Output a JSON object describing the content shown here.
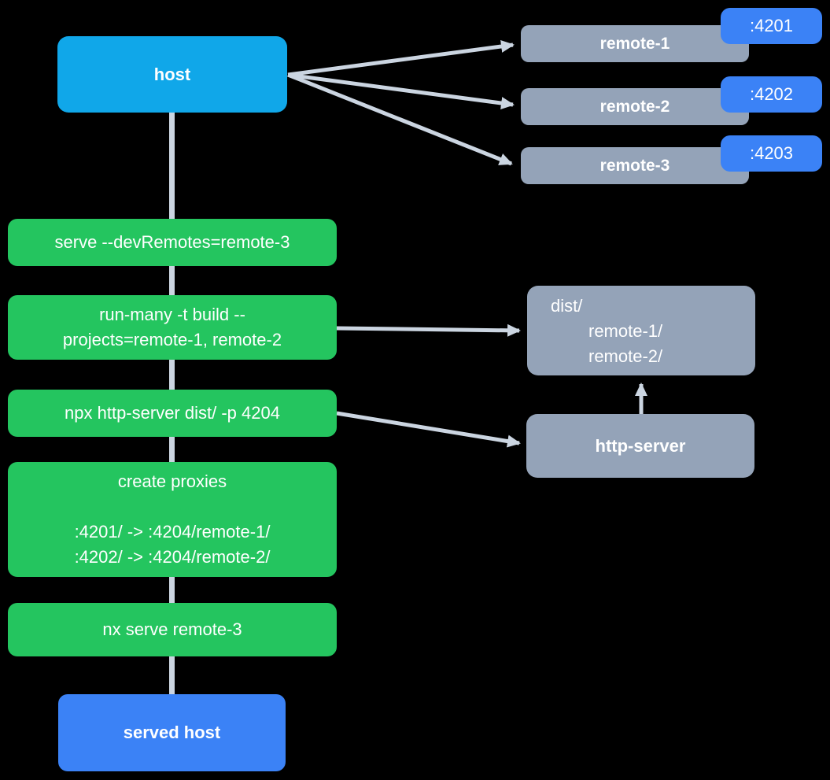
{
  "diagram": {
    "background": "#000000",
    "colors": {
      "host": "#10a7e9",
      "remote": "#94a3b8",
      "port_badge": "#3b82f6",
      "command": "#24c55f",
      "served_host": "#3b82f6",
      "connector": "#cbd5e1",
      "text": "#ffffff"
    },
    "host": {
      "label": "host"
    },
    "remotes": [
      {
        "label": "remote-1",
        "port": ":4201"
      },
      {
        "label": "remote-2",
        "port": ":4202"
      },
      {
        "label": "remote-3",
        "port": ":4203"
      }
    ],
    "commands": [
      {
        "lines": [
          "serve --devRemotes=remote-3"
        ]
      },
      {
        "lines": [
          "run-many -t build --",
          "projects=remote-1, remote-2"
        ]
      },
      {
        "lines": [
          "npx http-server dist/ -p 4204"
        ]
      },
      {
        "lines": [
          "create proxies",
          "",
          ":4201/ -> :4204/remote-1/",
          ":4202/ -> :4204/remote-2/"
        ]
      },
      {
        "lines": [
          "nx serve remote-3"
        ]
      }
    ],
    "dist": {
      "lines": [
        "dist/",
        "remote-1/",
        "remote-2/"
      ]
    },
    "http_server": {
      "label": "http-server"
    },
    "served_host": {
      "label": "served host"
    },
    "edges": [
      {
        "from": "host",
        "to": "remote-1"
      },
      {
        "from": "host",
        "to": "remote-2"
      },
      {
        "from": "host",
        "to": "remote-3"
      },
      {
        "from": "host",
        "to": "served host",
        "via": "command chain"
      },
      {
        "from": "run-many -t build",
        "to": "dist/"
      },
      {
        "from": "npx http-server",
        "to": "http-server"
      },
      {
        "from": "http-server",
        "to": "dist/"
      }
    ]
  }
}
